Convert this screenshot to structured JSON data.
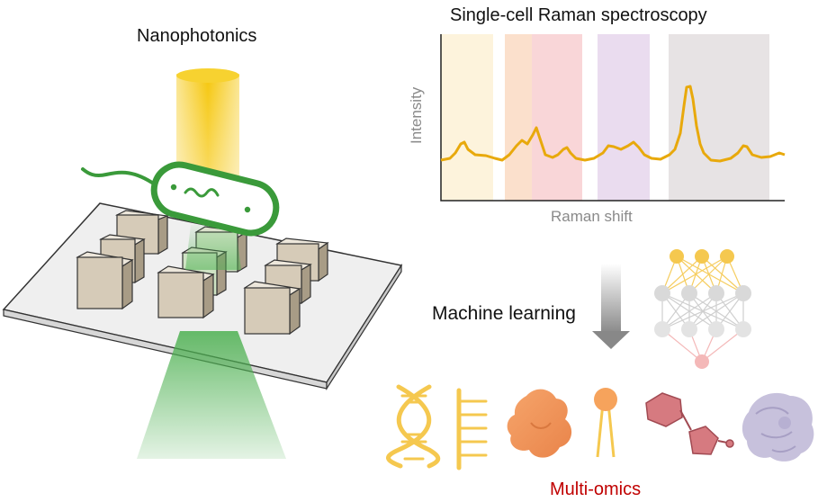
{
  "titles": {
    "nanophotonics": "Nanophotonics",
    "spectroscopy": "Single-cell Raman spectroscopy",
    "machine_learning": "Machine learning",
    "multi_omics": "Multi-omics"
  },
  "chart": {
    "xlabel": "Raman shift",
    "ylabel": "Intensity",
    "band_colors": [
      "#fdf3dc",
      "#fbe0cc",
      "#f9d6d8",
      "#eadcef",
      "#e7e3e4"
    ],
    "line_color": "#e8a90c"
  },
  "colors": {
    "laser_top": "#f5c400",
    "laser_bottom": "#4cb050",
    "bacterium": "#3a9a3a",
    "pillar": "#d6cbb8",
    "nn_input": "#f5c84f",
    "nn_hidden": "#d9d9d9",
    "nn_output": "#f4b8b8",
    "arrow": "#888888",
    "multi_omics_label": "#c00000"
  },
  "icons": [
    "dna-icon",
    "rna-icon",
    "protein-blob-icon",
    "lipid-icon",
    "metabolite-icon",
    "protein-complex-icon"
  ]
}
